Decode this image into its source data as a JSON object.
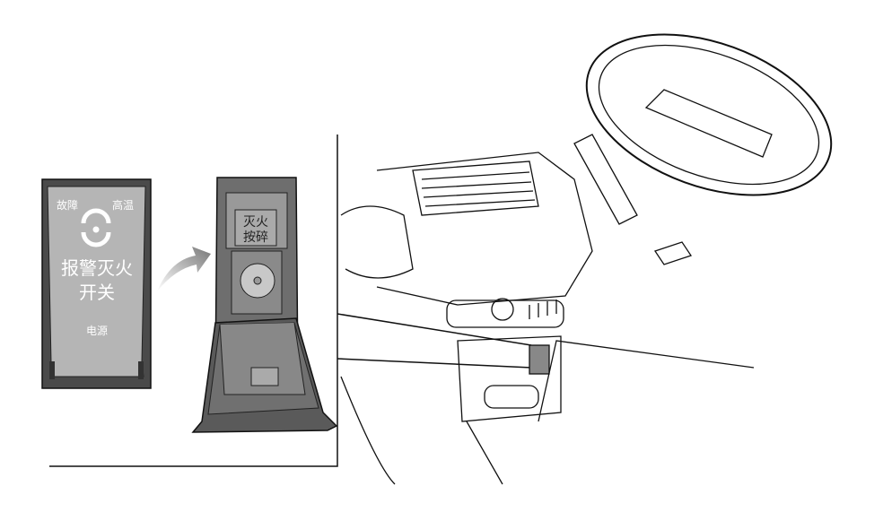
{
  "switch_panel": {
    "indicator_fault": "故障",
    "indicator_high_temp": "高温",
    "title_line1": "报警灭火",
    "title_line2": "开关",
    "indicator_power": "电源"
  },
  "open_cover": {
    "label_line1": "灭火",
    "label_line2": "按碎"
  },
  "colors": {
    "panel_fill": "#b5b5b5",
    "panel_frame": "#4a4a4a",
    "cover_fill": "#6e6e6e",
    "line": "#111111"
  }
}
